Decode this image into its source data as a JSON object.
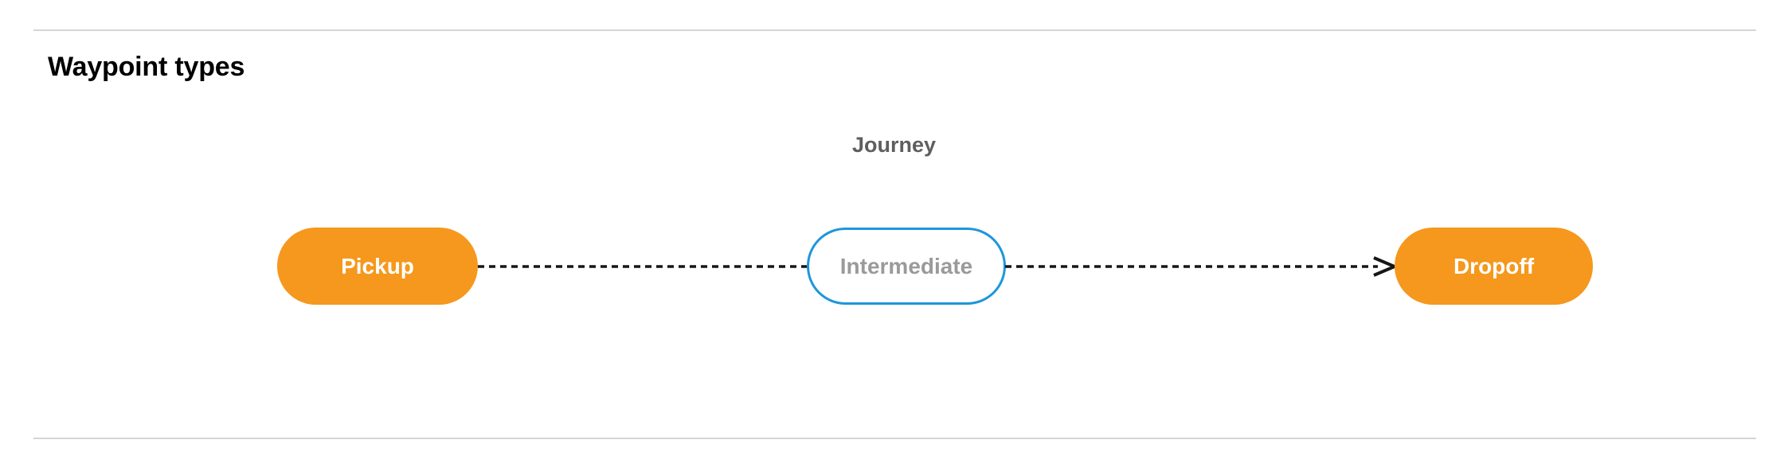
{
  "section": {
    "title": "Waypoint types"
  },
  "diagram": {
    "type": "flow",
    "orientation": "horizontal",
    "group_caption": "Journey",
    "nodes": [
      {
        "id": "pickup",
        "label": "Pickup",
        "shape": "pill",
        "fill": "#F5981D",
        "text_color": "#FFFFFF",
        "border": "none"
      },
      {
        "id": "intermediate",
        "label": "Intermediate",
        "shape": "pill",
        "fill": "#FFFFFF",
        "text_color": "#9A9A9A",
        "border": "#1E96DB"
      },
      {
        "id": "dropoff",
        "label": "Dropoff",
        "shape": "pill",
        "fill": "#F5981D",
        "text_color": "#FFFFFF",
        "border": "none"
      }
    ],
    "edges": [
      {
        "id": "pickup-to-intermediate",
        "from": "pickup",
        "to": "intermediate",
        "style": "dashed",
        "color": "#161616",
        "arrowhead": false
      },
      {
        "id": "intermediate-to-dropoff",
        "from": "intermediate",
        "to": "dropoff",
        "style": "dashed",
        "color": "#161616",
        "arrowhead": true
      }
    ]
  },
  "dividers": {
    "top_color": "#D6D6D6",
    "bottom_color": "#D6D6D6"
  }
}
